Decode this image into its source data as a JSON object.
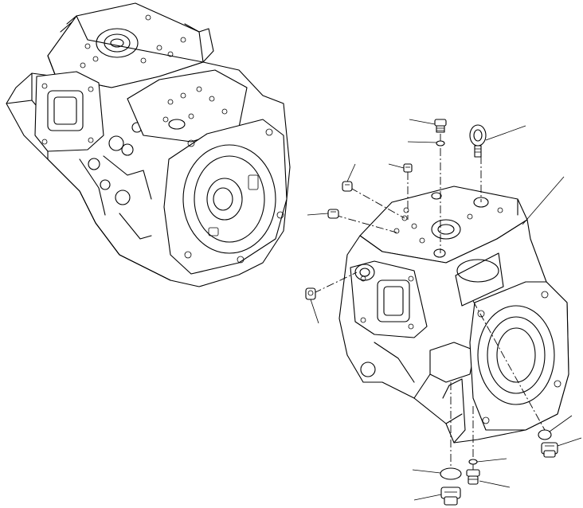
{
  "diagram": {
    "background": "#ffffff",
    "ink": "#000000",
    "callouts": [
      {
        "id": "plug-top"
      },
      {
        "id": "oring-top"
      },
      {
        "id": "eyebolt"
      },
      {
        "id": "bolt-small"
      },
      {
        "id": "plug-left-upper"
      },
      {
        "id": "plug-left-middle"
      },
      {
        "id": "pump-body"
      },
      {
        "id": "plug-left-lower"
      },
      {
        "id": "oring-right"
      },
      {
        "id": "plug-right"
      },
      {
        "id": "oring-bottom-left"
      },
      {
        "id": "oring-bottom-right"
      },
      {
        "id": "plug-bottom-right"
      },
      {
        "id": "plug-bottom-left"
      }
    ]
  }
}
